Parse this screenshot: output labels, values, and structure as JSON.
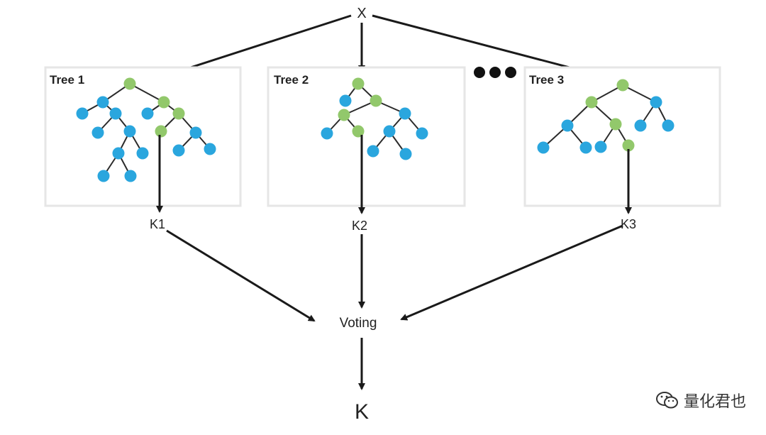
{
  "input_label": "X",
  "output_label": "K",
  "voting_label": "Voting",
  "ellipsis": "●●●",
  "colors": {
    "leaf": "#2aa6de",
    "path": "#92c86b",
    "box_border": "#e6e6e6",
    "arrow": "#1a1a1a",
    "edge": "#2b2b2b"
  },
  "trees": [
    {
      "title": "Tree 1",
      "prediction": "K1"
    },
    {
      "title": "Tree 2",
      "prediction": "K2"
    },
    {
      "title": "Tree 3",
      "prediction": "K3"
    }
  ],
  "watermark": {
    "text": "量化君也",
    "icon": "wechat-icon"
  }
}
